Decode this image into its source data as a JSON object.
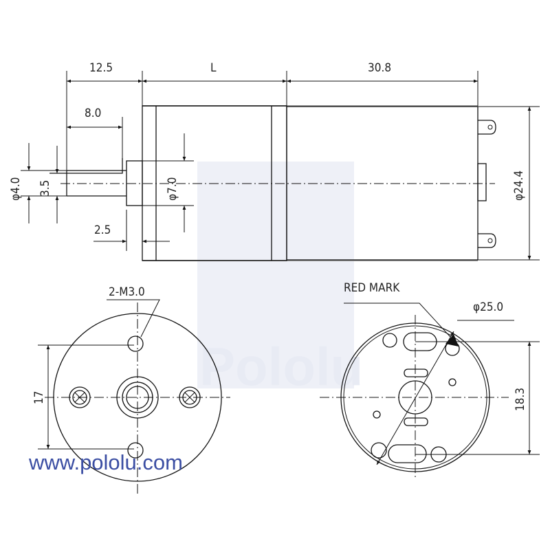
{
  "watermark": {
    "brand": "Pololu"
  },
  "website": "www.pololu.com",
  "side_view": {
    "dim_shaft_length": "12.5",
    "dim_gearbox_length": "L",
    "dim_motor_length": "30.8",
    "dim_shaft_flat": "8.0",
    "dim_shaft_diameter": "φ4.0",
    "dim_flat_width": "3.5",
    "dim_collar_diameter": "φ7.0",
    "dim_collar_length": "2.5",
    "dim_motor_diameter": "φ24.4"
  },
  "front_view": {
    "dim_hole_spacing": "17",
    "hole_label": "2-M3.0"
  },
  "rear_view": {
    "red_mark_label": "RED MARK",
    "dim_diameter": "φ25.0",
    "dim_terminal_spacing": "18.3"
  }
}
